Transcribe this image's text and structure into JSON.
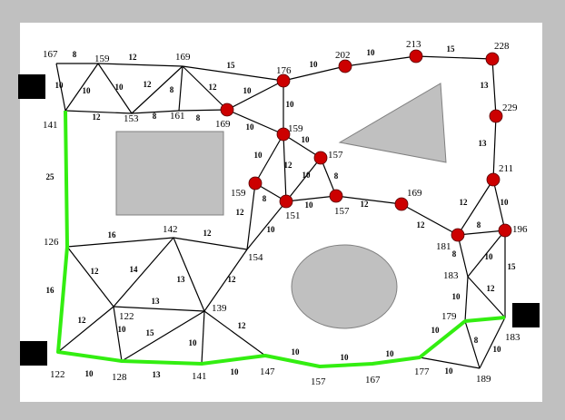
{
  "colors": {
    "frame": "#c0c0c0",
    "obstacle": "#c0c0c0",
    "node": "#cc0000",
    "path": "#33ee11",
    "edge": "#000000",
    "terminal": "#000000"
  },
  "edges": [
    {
      "from": "n167a",
      "to": "n159a",
      "weight": "8"
    },
    {
      "from": "n159a",
      "to": "n169a",
      "weight": "12"
    },
    {
      "from": "n169a",
      "to": "n176",
      "weight": "15"
    },
    {
      "from": "n176",
      "to": "n202",
      "weight": "10"
    },
    {
      "from": "n202",
      "to": "n213",
      "weight": "10"
    },
    {
      "from": "n213",
      "to": "n228",
      "weight": "15"
    },
    {
      "from": "n228",
      "to": "n229",
      "weight": "13"
    },
    {
      "from": "n229",
      "to": "n211",
      "weight": "13"
    },
    {
      "from": "n211",
      "to": "n181",
      "weight": "12"
    },
    {
      "from": "n211",
      "to": "n196",
      "weight": "10"
    },
    {
      "from": "n181",
      "to": "n196",
      "weight": "8"
    },
    {
      "from": "n196",
      "to": "n183b",
      "weight": "15"
    },
    {
      "from": "n196",
      "to": "n183a",
      "weight": "10"
    },
    {
      "from": "n181",
      "to": "n183a",
      "weight": "8"
    },
    {
      "from": "n183a",
      "to": "n179",
      "weight": "10"
    },
    {
      "from": "n183a",
      "to": "n183b",
      "weight": "12"
    },
    {
      "from": "n179",
      "to": "n189",
      "weight": "8"
    },
    {
      "from": "n183b",
      "to": "n189",
      "weight": "10"
    },
    {
      "from": "n177",
      "to": "n189",
      "weight": "10"
    },
    {
      "from": "n179",
      "to": "n177",
      "weight": "10"
    },
    {
      "from": "n167a",
      "to": "n141a",
      "weight": "10"
    },
    {
      "from": "n159a",
      "to": "n141a",
      "weight": "10"
    },
    {
      "from": "n159a",
      "to": "n153",
      "weight": "10"
    },
    {
      "from": "n141a",
      "to": "n153",
      "weight": "12"
    },
    {
      "from": "n153",
      "to": "n169a",
      "weight": "12"
    },
    {
      "from": "n153",
      "to": "n161",
      "weight": "8"
    },
    {
      "from": "n161",
      "to": "n169a",
      "weight": "8"
    },
    {
      "from": "n161",
      "to": "n169b",
      "weight": "8"
    },
    {
      "from": "n169a",
      "to": "n169b",
      "weight": "12"
    },
    {
      "from": "n169b",
      "to": "n176",
      "weight": "10"
    },
    {
      "from": "n169b",
      "to": "n159b",
      "weight": "10"
    },
    {
      "from": "n176",
      "to": "n159b",
      "weight": "10"
    },
    {
      "from": "n159b",
      "to": "n157a",
      "weight": "10"
    },
    {
      "from": "n159b",
      "to": "n151",
      "weight": "12"
    },
    {
      "from": "n159b",
      "to": "n159c",
      "weight": "10"
    },
    {
      "from": "n159c",
      "to": "n151",
      "weight": "8"
    },
    {
      "from": "n157a",
      "to": "n151",
      "weight": "10"
    },
    {
      "from": "n157a",
      "to": "n157b",
      "weight": "8"
    },
    {
      "from": "n151",
      "to": "n157b",
      "weight": "10"
    },
    {
      "from": "n157b",
      "to": "n169c",
      "weight": "12"
    },
    {
      "from": "n169c",
      "to": "n181",
      "weight": "12"
    },
    {
      "from": "n159c",
      "to": "n154",
      "weight": "12"
    },
    {
      "from": "n151",
      "to": "n154",
      "weight": "10"
    },
    {
      "from": "n126",
      "to": "n142",
      "weight": "16"
    },
    {
      "from": "n142",
      "to": "n154",
      "weight": "12"
    },
    {
      "from": "n126",
      "to": "n122a",
      "weight": "12"
    },
    {
      "from": "n142",
      "to": "n122a",
      "weight": "14"
    },
    {
      "from": "n142",
      "to": "n139",
      "weight": "13"
    },
    {
      "from": "n154",
      "to": "n139",
      "weight": "12"
    },
    {
      "from": "n122a",
      "to": "n139",
      "weight": "13"
    },
    {
      "from": "n122a",
      "to": "n122b",
      "weight": "12"
    },
    {
      "from": "n122a",
      "to": "n128",
      "weight": "10"
    },
    {
      "from": "n128",
      "to": "n139",
      "weight": "15"
    },
    {
      "from": "n139",
      "to": "n141b",
      "weight": "10"
    },
    {
      "from": "n139",
      "to": "n147",
      "weight": "12"
    },
    {
      "from": "n122b",
      "to": "n128",
      "weight": "10"
    },
    {
      "from": "n128",
      "to": "n141b",
      "weight": "13"
    },
    {
      "from": "n141b",
      "to": "n147",
      "weight": "10"
    },
    {
      "from": "n147",
      "to": "n157c",
      "weight": "10"
    },
    {
      "from": "n157c",
      "to": "n167b",
      "weight": "10"
    },
    {
      "from": "n167b",
      "to": "n177",
      "weight": "10"
    },
    {
      "from": "n141a",
      "to": "n126",
      "weight": "25"
    },
    {
      "from": "n126",
      "to": "n122b",
      "weight": "16"
    }
  ],
  "nodes": [
    {
      "id": "n167a",
      "label": "167",
      "marked": false
    },
    {
      "id": "n159a",
      "label": "159",
      "marked": false
    },
    {
      "id": "n169a",
      "label": "169",
      "marked": false
    },
    {
      "id": "n176",
      "label": "176",
      "marked": true
    },
    {
      "id": "n202",
      "label": "202",
      "marked": true
    },
    {
      "id": "n213",
      "label": "213",
      "marked": true
    },
    {
      "id": "n228",
      "label": "228",
      "marked": true
    },
    {
      "id": "n229",
      "label": "229",
      "marked": true
    },
    {
      "id": "n211",
      "label": "211",
      "marked": true
    },
    {
      "id": "n196",
      "label": "196",
      "marked": true
    },
    {
      "id": "n181",
      "label": "181",
      "marked": true
    },
    {
      "id": "n183a",
      "label": "183",
      "marked": false
    },
    {
      "id": "n179",
      "label": "179",
      "marked": false
    },
    {
      "id": "n183b",
      "label": "183",
      "marked": false
    },
    {
      "id": "n189",
      "label": "189",
      "marked": false
    },
    {
      "id": "n177",
      "label": "177",
      "marked": false
    },
    {
      "id": "n141a",
      "label": "141",
      "marked": false
    },
    {
      "id": "n153",
      "label": "153",
      "marked": false
    },
    {
      "id": "n161",
      "label": "161",
      "marked": false
    },
    {
      "id": "n169b",
      "label": "169",
      "marked": true
    },
    {
      "id": "n159b",
      "label": "159",
      "marked": true
    },
    {
      "id": "n157a",
      "label": "157",
      "marked": true
    },
    {
      "id": "n159c",
      "label": "159",
      "marked": true
    },
    {
      "id": "n151",
      "label": "151",
      "marked": true
    },
    {
      "id": "n157b",
      "label": "157",
      "marked": true
    },
    {
      "id": "n169c",
      "label": "169",
      "marked": true
    },
    {
      "id": "n154",
      "label": "154",
      "marked": false
    },
    {
      "id": "n126",
      "label": "126",
      "marked": false
    },
    {
      "id": "n142",
      "label": "142",
      "marked": false
    },
    {
      "id": "n122a",
      "label": "122",
      "marked": false
    },
    {
      "id": "n139",
      "label": "139",
      "marked": false
    },
    {
      "id": "n128",
      "label": "128",
      "marked": false
    },
    {
      "id": "n141b",
      "label": "141",
      "marked": false
    },
    {
      "id": "n147",
      "label": "147",
      "marked": false
    },
    {
      "id": "n157c",
      "label": "157",
      "marked": false
    },
    {
      "id": "n167b",
      "label": "167",
      "marked": false
    },
    {
      "id": "n122b",
      "label": "122",
      "marked": false
    }
  ],
  "path": [
    "n141a",
    "n126",
    "n122b",
    "n128",
    "n141b",
    "n147",
    "n157c",
    "n167b",
    "n177",
    "n179",
    "n183b"
  ]
}
